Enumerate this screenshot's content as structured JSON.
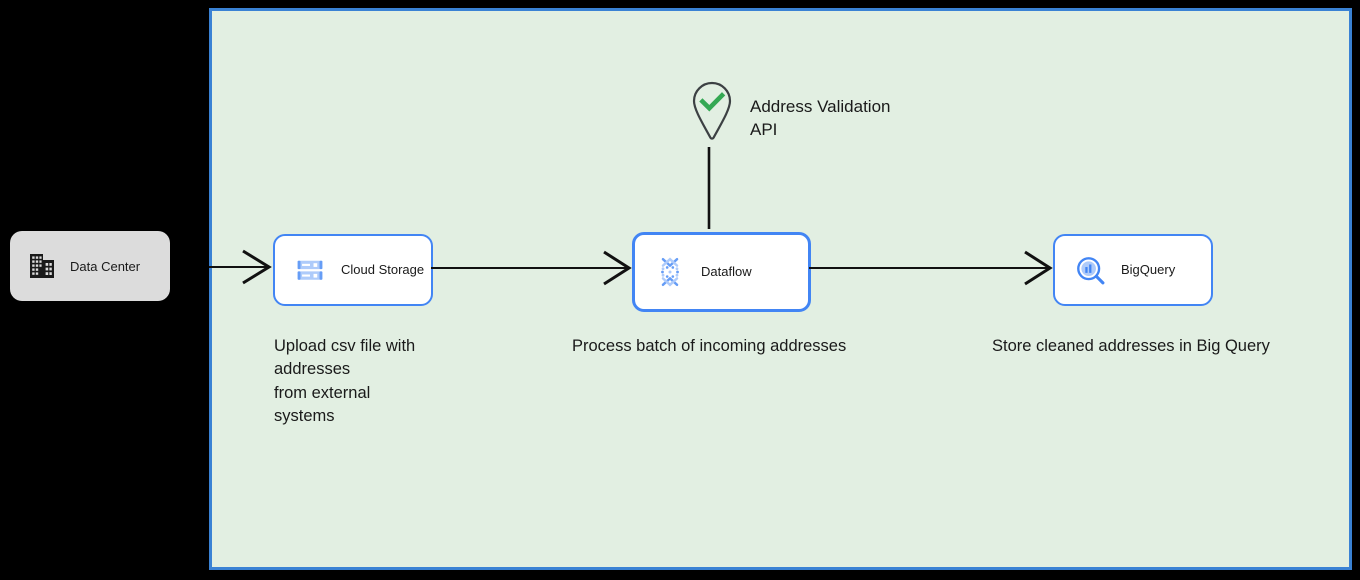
{
  "canvas": {
    "background_color": "#e2efe2",
    "border_color": "#3a82d4",
    "page_background": "#000000"
  },
  "external": {
    "data_center": {
      "label": "Data Center",
      "icon": "building-icon",
      "background_color": "#dcdcdc"
    }
  },
  "service": {
    "address_validation": {
      "label": "Address Validation\nAPI",
      "icon": "map-pin-check-icon",
      "pin_color": "#3c4043",
      "check_color": "#34a853"
    }
  },
  "nodes": [
    {
      "id": "cloud-storage",
      "label": "Cloud Storage",
      "icon": "cloud-storage-icon",
      "border_color": "#4285f4",
      "selected": false
    },
    {
      "id": "dataflow",
      "label": "Dataflow",
      "icon": "dataflow-icon",
      "border_color": "#4285f4",
      "selected": true
    },
    {
      "id": "bigquery",
      "label": "BigQuery",
      "icon": "bigquery-icon",
      "border_color": "#4285f4",
      "selected": false
    }
  ],
  "captions": {
    "upload": "Upload csv file with\naddresses\nfrom external\nsystems",
    "process": "Process batch of incoming addresses",
    "store": "Store cleaned addresses in Big Query"
  },
  "connectors": [
    {
      "id": "data-center-to-cloud-storage",
      "from": "data-center",
      "to": "cloud-storage",
      "arrowhead": "open",
      "color": "#000000"
    },
    {
      "id": "cloud-storage-to-dataflow",
      "from": "cloud-storage",
      "to": "dataflow",
      "arrowhead": "open",
      "color": "#000000"
    },
    {
      "id": "dataflow-to-bigquery",
      "from": "dataflow",
      "to": "bigquery",
      "arrowhead": "open",
      "color": "#000000"
    },
    {
      "id": "address-validation-to-dataflow",
      "from": "address-validation",
      "to": "dataflow",
      "arrowhead": "none",
      "color": "#000000"
    }
  ]
}
